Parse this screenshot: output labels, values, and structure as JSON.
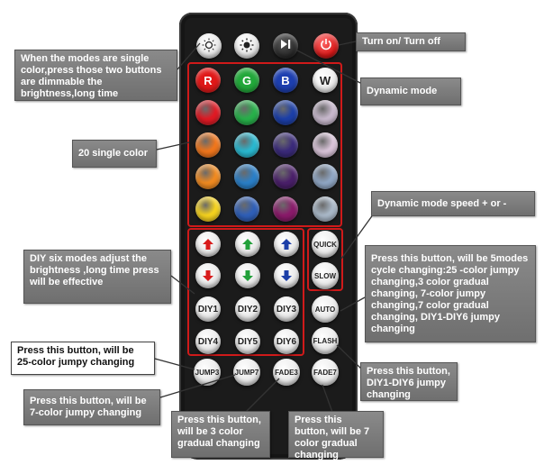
{
  "remote": {
    "top_buttons": [
      {
        "name": "brightness-down-button",
        "icon": "dim-sun-icon"
      },
      {
        "name": "brightness-up-button",
        "icon": "bright-sun-icon"
      },
      {
        "name": "play-pause-button",
        "icon": "play-pause-icon"
      },
      {
        "name": "power-button",
        "icon": "power-icon",
        "color": "#e02020"
      }
    ],
    "letter_buttons": [
      {
        "label": "R",
        "color": "#e01818"
      },
      {
        "label": "G",
        "color": "#22a83a"
      },
      {
        "label": "B",
        "color": "#1d3fb0"
      },
      {
        "label": "W",
        "color": "#f0f0f0"
      }
    ],
    "color_grid": [
      [
        "#e01a24",
        "#27b14a",
        "#1c3fa8",
        "#c7b8cc"
      ],
      [
        "#f0761c",
        "#29b8d0",
        "#3a2a7a",
        "#d8c3d8"
      ],
      [
        "#f08a20",
        "#2a7fc8",
        "#4a1f6a",
        "#8fa6c4"
      ],
      [
        "#f5d21e",
        "#2f5fb8",
        "#8a1a6a",
        "#a9b8c8"
      ]
    ],
    "arrow_buttons": [
      {
        "name": "red-up-button",
        "icon": "arrow-up-icon",
        "color": "#d81c1c"
      },
      {
        "name": "green-up-button",
        "icon": "arrow-up-icon",
        "color": "#22a03a"
      },
      {
        "name": "blue-up-button",
        "icon": "arrow-up-icon",
        "color": "#1c3fa8"
      },
      {
        "name": "red-down-button",
        "icon": "arrow-down-icon",
        "color": "#d81c1c"
      },
      {
        "name": "green-down-button",
        "icon": "arrow-down-icon",
        "color": "#22a03a"
      },
      {
        "name": "blue-down-button",
        "icon": "arrow-down-icon",
        "color": "#1c3fa8"
      }
    ],
    "diy_buttons": [
      "DIY1",
      "DIY2",
      "DIY3",
      "DIY4",
      "DIY5",
      "DIY6"
    ],
    "bottom_buttons": [
      "JUMP3",
      "JUMP7",
      "FADE3",
      "FADE7"
    ],
    "side_buttons": [
      "QUICK",
      "SLOW",
      "AUTO",
      "FLASH"
    ]
  },
  "callouts": {
    "brightness": "When the modes are single color,press those two buttons are dimmable the brightness,long time",
    "power": "Turn on/ Turn off",
    "dynamic": "Dynamic mode",
    "single_color": "20 single color",
    "speed": "Dynamic mode speed + or -",
    "diy": "DIY six modes adjust the brightness ,long time press will be effective",
    "auto": "Press this button,  will be 5modes cycle changing:25 -color jumpy changing,3  color gradual changing,  7-color jumpy changing,7   color gradual changing,  DIY1-DIY6 jumpy changing",
    "jump3": "Press this button,  will be 25-color jumpy changing",
    "jump7": "Press this button,  will be 7-color jumpy changing",
    "flash": "Press this button, DIY1-DIY6 jumpy changing",
    "fade3": "Press this button, will be 3 color gradual changing",
    "fade7": "Press this button, will be 7 color gradual changing"
  },
  "colors": {
    "frame_red": "#d01a1a",
    "callout_grey": "#7a7a7a"
  }
}
